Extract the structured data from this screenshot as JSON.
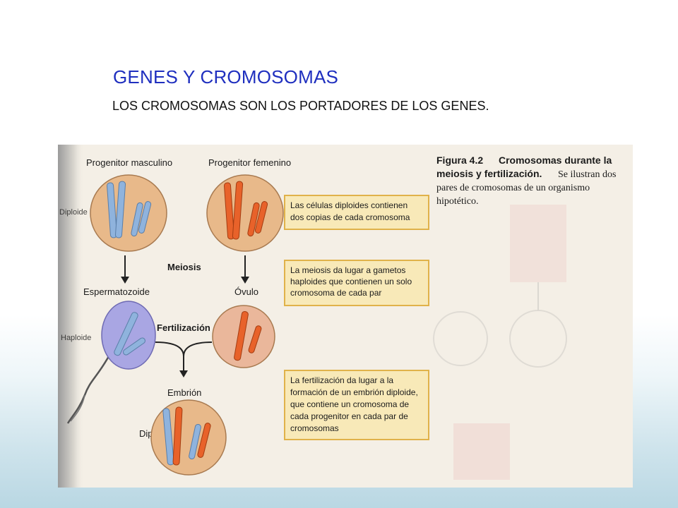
{
  "slide": {
    "title": "GENES Y CROMOSOMAS",
    "subtitle": "LOS CROMOSOMAS SON LOS PORTADORES DE LOS GENES."
  },
  "figure": {
    "caption_bold_1": "Figura 4.2",
    "caption_bold_2": "Cromosomas durante la",
    "caption_bold_3": "meiosis y fertilización.",
    "caption_line_3_rest": "Se ilustran dos",
    "caption_line_4": "pares de cromosomas de un organismo",
    "caption_line_5": "hipotético.",
    "labels": {
      "male_parent": "Progenitor masculino",
      "female_parent": "Progenitor femenino",
      "diploid_side": "Diploide",
      "meiosis": "Meiosis",
      "sperm": "Espermatozoide",
      "ovum": "Óvulo",
      "haploid_side": "Haploide",
      "fertilization": "Fertilización",
      "embryo": "Embrión",
      "diploid_bottom": "Diploide"
    },
    "boxes": [
      {
        "lines": [
          "Las células diploides contienen",
          "dos copias de cada cromosoma"
        ]
      },
      {
        "lines": [
          "La meiosis da lugar a gametos",
          "haploides que contienen un solo",
          "cromosoma de cada par"
        ]
      },
      {
        "lines": [
          "La fertilización da lugar a la",
          "formación de un embrión diploide,",
          "que contiene un cromosoma de",
          "cada progenitor en cada par de",
          "cromosomas"
        ]
      }
    ],
    "colors": {
      "cell_fill": "#e8b98a",
      "sperm_fill": "#a9a6e3",
      "blue_chromosome": "#8fb3dd",
      "orange_chromosome": "#e8622a",
      "box_fill": "#f8e9b8",
      "box_border": "#e0b24a"
    }
  }
}
